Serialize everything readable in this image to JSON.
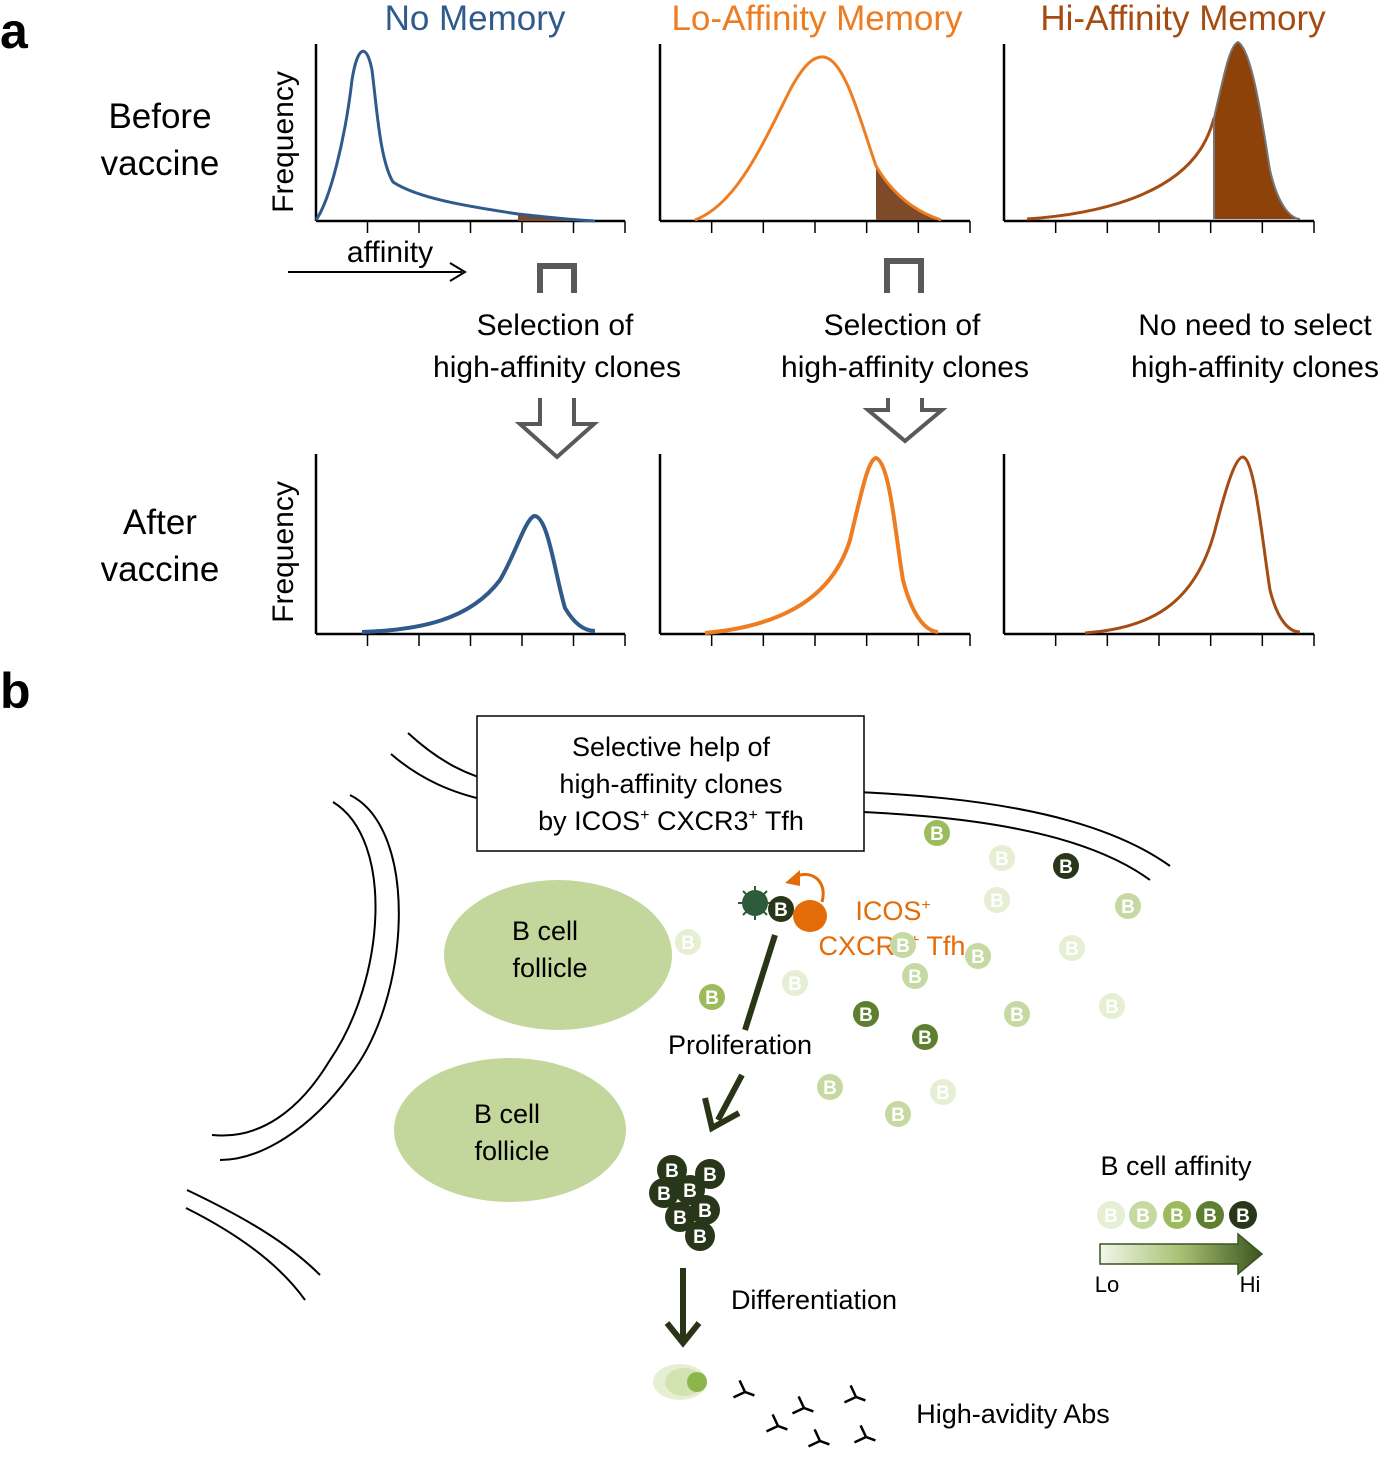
{
  "panel_a": {
    "letter": "a",
    "columns": [
      {
        "title": "No Memory",
        "color": "#2f5a8a"
      },
      {
        "title": "Lo-Affinity Memory",
        "color": "#ee7d22"
      },
      {
        "title": "Hi-Affinity Memory",
        "color": "#a44c12"
      }
    ],
    "rows": {
      "before": [
        "Before",
        "vaccine"
      ],
      "after": [
        "After",
        "vaccine"
      ]
    },
    "y_axis_label": "Frequency",
    "x_axis_label": "affinity",
    "selection_texts": [
      [
        "Selection of",
        "high-affinity clones"
      ],
      [
        "Selection of",
        "high-affinity clones"
      ],
      [
        "No need to select",
        "high-affinity clones"
      ]
    ],
    "shaded_fill": "#7f4a2a",
    "hi_fill": "#8c4208"
  },
  "panel_b": {
    "letter": "b",
    "box_lines": [
      "Selective help of",
      "high-affinity clones",
      "by ICOS",
      "+",
      " CXCR3",
      "+",
      " Tfh"
    ],
    "follicle_label": [
      "B cell",
      "follicle"
    ],
    "tfh_label": [
      "ICOS",
      "+",
      "CXCR3",
      "+",
      " Tfh"
    ],
    "cell_letter": "B",
    "proliferation": "Proliferation",
    "differentiation": "Differentiation",
    "abs_label": "High-avidity Abs",
    "legend": {
      "title": "B cell affinity",
      "lo": "Lo",
      "hi": "Hi"
    },
    "colors": {
      "follicle": "#c3d69b",
      "tfh": "#e36c09",
      "b_levels": [
        "#e6eed3",
        "#c7d9a3",
        "#9cbb5c",
        "#5f7f30",
        "#28361a"
      ],
      "arrow": "#2a3517"
    }
  }
}
